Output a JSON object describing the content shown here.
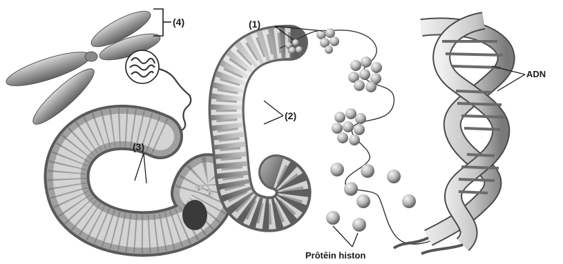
{
  "labels": {
    "nucleosome": "(1)",
    "solenoid_fiber": "(2)",
    "supercoil": "(3)",
    "chromatid": "(4)",
    "dna": "ADN",
    "histone": "Prôtêin histon"
  },
  "colors": {
    "ink": "#1a1a1a",
    "structure_light": "#e8e8e8",
    "structure_mid": "#a8a8a8",
    "structure_dark": "#5a5a5a",
    "background": "#ffffff"
  }
}
